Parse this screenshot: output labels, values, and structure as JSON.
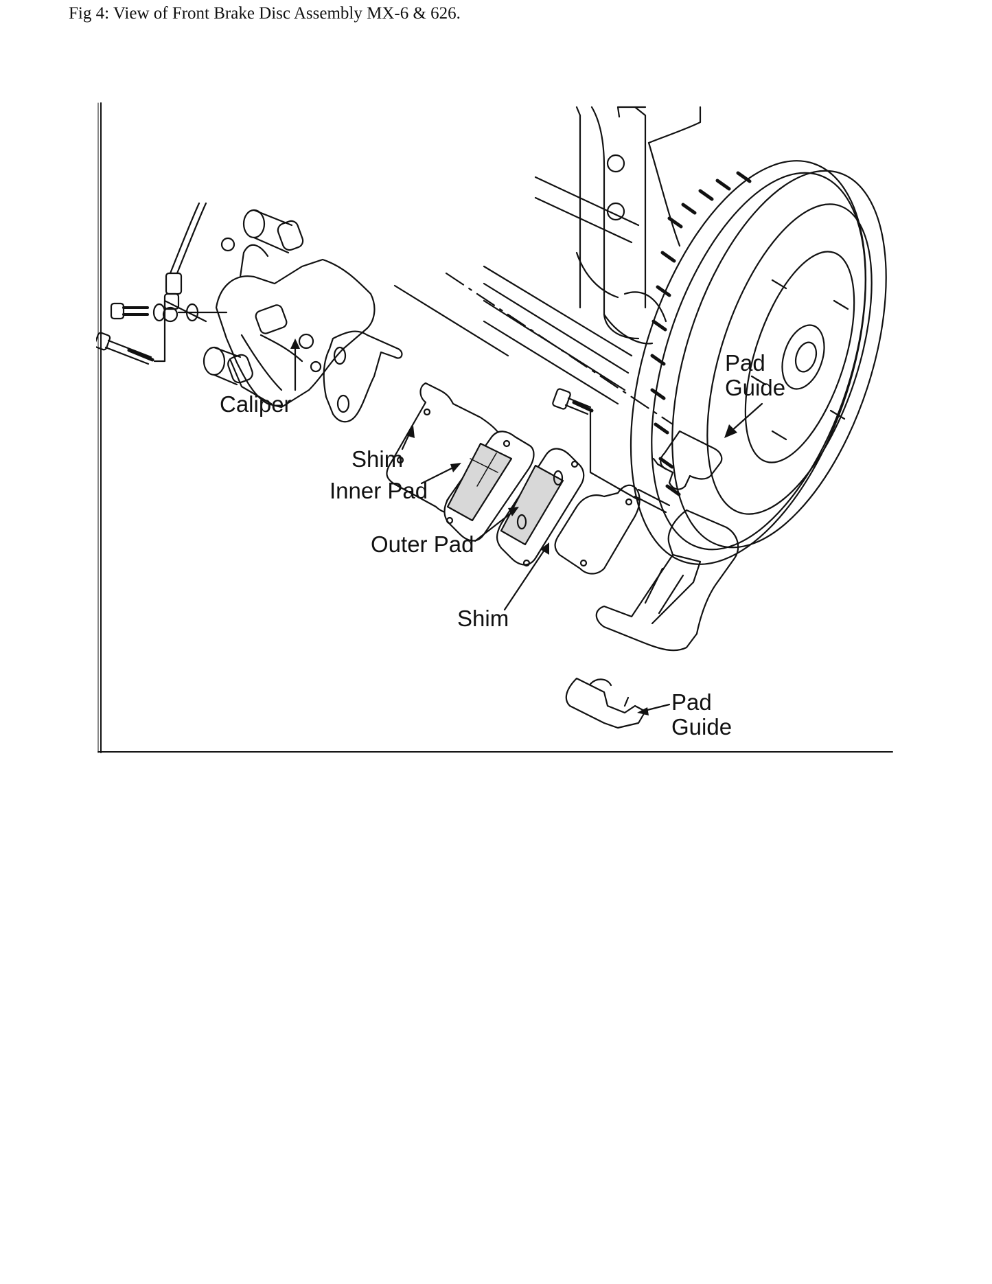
{
  "caption": "Fig 4: View of Front Brake Disc Assembly MX-6 & 626.",
  "labels": {
    "caliper": "Caliper",
    "shim_1": "Shim",
    "inner_pad": "Inner Pad",
    "outer_pad": "Outer Pad",
    "shim_2": "Shim",
    "pad_guide_1_line1": "Pad",
    "pad_guide_1_line2": "Guide",
    "pad_guide_2_line1": "Pad",
    "pad_guide_2_line2": "Guide"
  },
  "colors": {
    "ink": "#111111",
    "paper": "#ffffff",
    "pad_fill": "#d8d8d8"
  }
}
